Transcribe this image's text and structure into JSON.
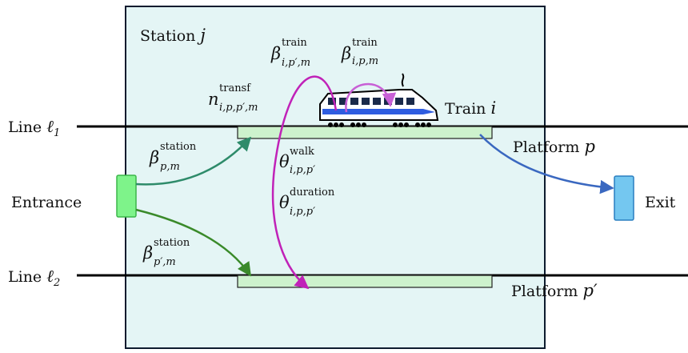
{
  "station": {
    "prefix": "Station ",
    "var": "j"
  },
  "lines": [
    {
      "prefix": "Line ",
      "symbol": "ℓ",
      "sub": "1"
    },
    {
      "prefix": "Line ",
      "symbol": "ℓ",
      "sub": "2"
    }
  ],
  "platforms": [
    {
      "prefix": "Platform ",
      "var": "p"
    },
    {
      "prefix": "Platform ",
      "var": "p′"
    }
  ],
  "train": {
    "prefix": "Train ",
    "var": "i"
  },
  "entrance": "Entrance",
  "exit": "Exit",
  "params": {
    "beta_train_pp": {
      "sym": "β",
      "sup": "train",
      "sub": "i,p′,m"
    },
    "beta_train_p": {
      "sym": "β",
      "sup": "train",
      "sub": "i,p,m"
    },
    "n_transf": {
      "sym": "n",
      "sup": "transf",
      "sub": "i,p,p′,m"
    },
    "beta_station_p": {
      "sym": "β",
      "sup": "station",
      "sub": "p,m"
    },
    "beta_station_pp": {
      "sym": "β",
      "sup": "station",
      "sub": "p′,m"
    },
    "theta_walk": {
      "sym": "θ",
      "sup": "walk",
      "sub": "i,p,p′"
    },
    "theta_duration": {
      "sym": "θ",
      "sup": "duration",
      "sub": "i,p,p′"
    }
  },
  "colors": {
    "station_fill": "#e4f5f5",
    "station_border": "#0d1b2e",
    "platform_fill": "#cdf2cd",
    "entrance_fill": "#7ef38a",
    "exit_fill": "#74c7f0",
    "arrow_green_dark": "#2e8b6a",
    "arrow_green": "#3a8a2a",
    "arrow_blue": "#3a68c0",
    "arrow_magenta": "#c022b8",
    "arrow_violet": "#c860d6",
    "train_blue": "#2f5de0"
  }
}
